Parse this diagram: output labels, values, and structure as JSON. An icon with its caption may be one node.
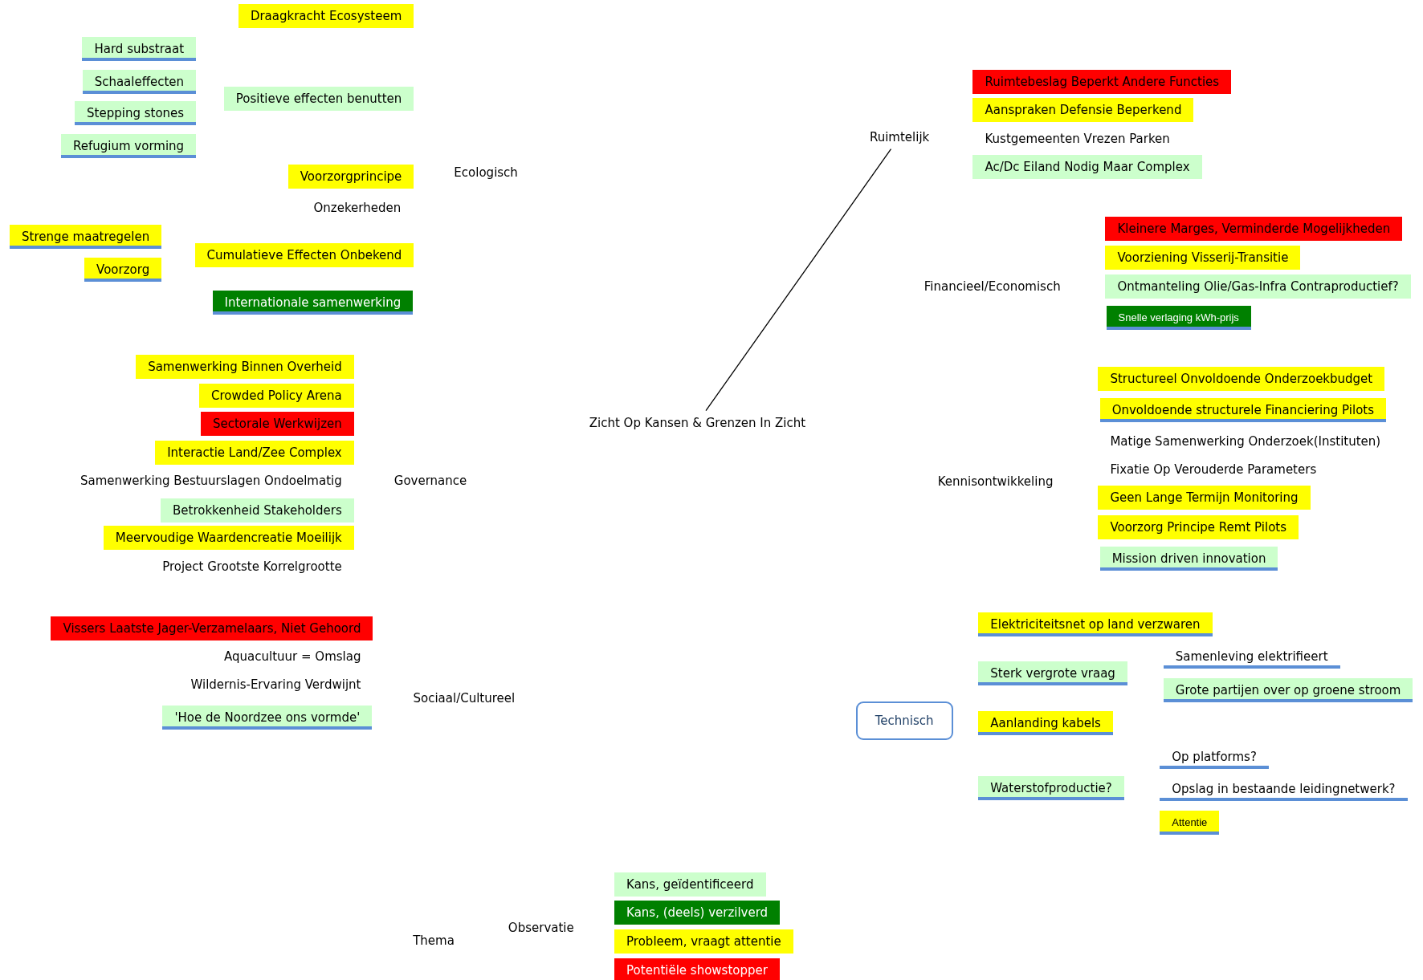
{
  "diagram": {
    "nodes": [
      {
        "text": [
          "Zicht Op Kansen & Grenzen In Zicht"
        ]
      },
      {
        "text": [
          "Ecologisch"
        ]
      },
      {
        "text": [
          "Draagkracht Ecosysteem"
        ]
      },
      {
        "text": [
          "Positieve effecten benutten"
        ]
      },
      {
        "text": [
          "Hard substraat"
        ]
      },
      {
        "text": [
          "Schaaleffecten"
        ]
      },
      {
        "text": [
          "Stepping stones"
        ]
      },
      {
        "text": [
          "Refugium vorming"
        ]
      },
      {
        "text": [
          "Voorzorgprincipe"
        ]
      },
      {
        "text": [
          "Onzekerheden"
        ]
      },
      {
        "text": [
          "Cumulatieve Effecten Onbekend"
        ]
      },
      {
        "text": [
          "Strenge maatregelen"
        ]
      },
      {
        "text": [
          "Voorzorg"
        ]
      },
      {
        "text": [
          "Internationale samenwerking"
        ]
      },
      {
        "text": [
          "Governance"
        ]
      },
      {
        "text": [
          "Samenwerking Binnen Overheid"
        ]
      },
      {
        "text": [
          "Crowded Policy Arena"
        ]
      },
      {
        "text": [
          "Sectorale Werkwijzen"
        ]
      },
      {
        "text": [
          "Interactie Land/Zee Complex"
        ]
      },
      {
        "text": [
          "Samenwerking Bestuurslagen Ondoelmatig"
        ]
      },
      {
        "text": [
          "Betrokkenheid Stakeholders"
        ]
      },
      {
        "text": [
          "Meervoudige Waardencreatie Moeilijk"
        ]
      },
      {
        "text": [
          "Project Grootste Korrelgrootte"
        ]
      },
      {
        "text": [
          "Sociaal/Cultureel"
        ]
      },
      {
        "text": [
          "Vissers Laatste Jager-Verzamelaars, Niet Gehoord"
        ]
      },
      {
        "text": [
          "Aquacultuur = Omslag"
        ]
      },
      {
        "text": [
          "Wildernis-Ervaring Verdwijnt"
        ]
      },
      {
        "text": [
          "'Hoe de Noordzee ons vormde'"
        ]
      },
      {
        "text": [
          "Ruimtelijk"
        ]
      },
      {
        "text": [
          "Ruimtebeslag Beperkt Andere Functies"
        ]
      },
      {
        "text": [
          "Aanspraken Defensie Beperkend"
        ]
      },
      {
        "text": [
          "Kustgemeenten Vrezen Parken"
        ]
      },
      {
        "text": [
          "Ac/Dc Eiland Nodig Maar Complex"
        ]
      },
      {
        "text": [
          "Financieel/Economisch"
        ]
      },
      {
        "text": [
          "Kleinere Marges, Verminderde Mogelijkheden"
        ]
      },
      {
        "text": [
          "Voorziening Visserij-Transitie"
        ]
      },
      {
        "text": [
          "Ontmanteling Olie/Gas-Infra Contraproductief?"
        ]
      },
      {
        "text": [
          "Snelle verlaging kWh-prijs"
        ]
      },
      {
        "text": [
          "Kennisontwikkeling"
        ]
      },
      {
        "text": [
          "Structureel Onvoldoende Onderzoekbudget"
        ]
      },
      {
        "text": [
          "Onvoldoende structurele Financiering Pilots"
        ]
      },
      {
        "text": [
          "Matige Samenwerking Onderzoek(Instituten)"
        ]
      },
      {
        "text": [
          "Fixatie Op Verouderde Parameters"
        ]
      },
      {
        "text": [
          "Geen Lange Termijn Monitoring"
        ]
      },
      {
        "text": [
          "Voorzorg Principe Remt Pilots"
        ]
      },
      {
        "text": [
          "Mission driven innovation"
        ]
      },
      {
        "text": [
          "Technisch"
        ]
      },
      {
        "text": [
          "Elektriciteitsnet op land verzwaren"
        ]
      },
      {
        "text": [
          "Sterk vergrote vraag"
        ]
      },
      {
        "text": [
          "Samenleving elektrifieert"
        ]
      },
      {
        "text": [
          "Grote partijen over op groene stroom"
        ]
      },
      {
        "text": [
          "Aanlanding kabels"
        ]
      },
      {
        "text": [
          "Waterstofproductie?"
        ]
      },
      {
        "text": [
          "Op platforms?"
        ]
      },
      {
        "text": [
          "Opslag in bestaande leidingnetwerk?"
        ]
      },
      {
        "text": [
          "Attentie"
        ]
      }
    ],
    "edges": [
      {
        "from": 0,
        "to": 28,
        "arrow": "none"
      }
    ],
    "labels": [
      "Thema",
      "Observatie"
    ],
    "legend": [
      {
        "text": "Kans, geïdentificeerd",
        "color": "#ccffcc"
      },
      {
        "text": "Kans, (deels) verzilverd",
        "color": "#008000"
      },
      {
        "text": "Probleem, vraagt attentie",
        "color": "#ffff00"
      },
      {
        "text": "Potentiële showstopper",
        "color": "#ff0000"
      }
    ]
  }
}
